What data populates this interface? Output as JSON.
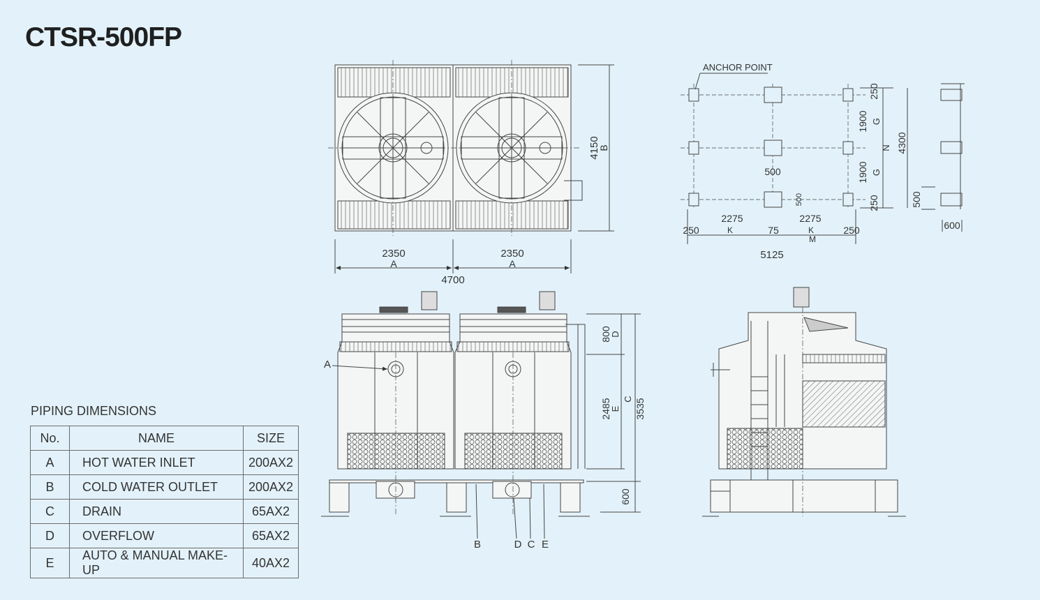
{
  "title": "CTSR-500FP",
  "piping": {
    "title": "PIPING DIMENSIONS",
    "headers": [
      "No.",
      "NAME",
      "SIZE"
    ],
    "rows": [
      [
        "A",
        "HOT WATER INLET",
        "200AX2"
      ],
      [
        "B",
        "COLD WATER OUTLET",
        "200AX2"
      ],
      [
        "C",
        "DRAIN",
        "65AX2"
      ],
      [
        "D",
        "OVERFLOW",
        "65AX2"
      ],
      [
        "E",
        "AUTO & MANUAL MAKE-UP",
        "40AX2"
      ]
    ]
  },
  "top_view": {
    "dim_width_each": "2350",
    "dim_width_label": "A",
    "dim_total": "4700",
    "dim_depth": "4150",
    "dim_depth_label": "B"
  },
  "anchor_plan": {
    "anchor_label": "ANCHOR POINT",
    "dim_250": "250",
    "dim_1900": "1900",
    "label_g": "G",
    "label_n": "N",
    "dim_4300": "4300",
    "dim_500": "500",
    "dim_2275": "2275",
    "label_k": "K",
    "dim_75": "75",
    "label_m": "M",
    "dim_5125": "5125",
    "dim_600": "600"
  },
  "front_view": {
    "label_a": "A",
    "dim_800": "800",
    "label_d": "D",
    "dim_2485": "2485",
    "label_e": "E",
    "label_c": "C",
    "dim_3535": "3535",
    "dim_600": "600",
    "callout_b": "B",
    "callout_d": "D",
    "callout_c": "C",
    "callout_e": "E"
  }
}
